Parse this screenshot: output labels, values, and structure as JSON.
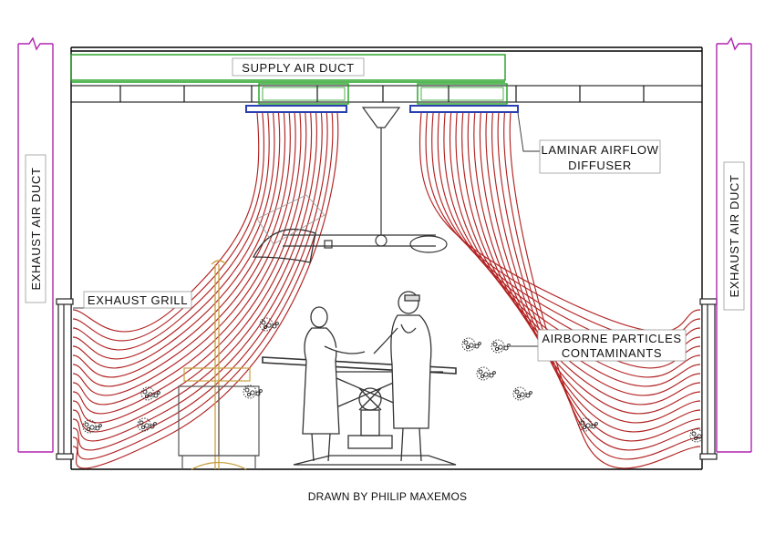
{
  "labels": {
    "supply_air_duct": "SUPPLY AIR DUCT",
    "laminar_line1": "LAMINAR AIRFLOW",
    "laminar_line2": "DIFFUSER",
    "exhaust_grill": "EXHAUST GRILL",
    "particles_line1": "AIRBORNE PARTICLES",
    "particles_line2": "CONTAMINANTS",
    "exhaust_left": "EXHAUST AIR DUCT",
    "exhaust_right": "EXHAUST AIR DUCT"
  },
  "caption": "DRAWN BY PHILIP MAXEMOS",
  "colors": {
    "airflow": "#b22222",
    "duct": "#1fa01f",
    "diffuser": "#2a3fb0",
    "exhaust": "#b025b0",
    "furniture": "#c8a040",
    "particles": "#222222",
    "walls": "#000000"
  }
}
